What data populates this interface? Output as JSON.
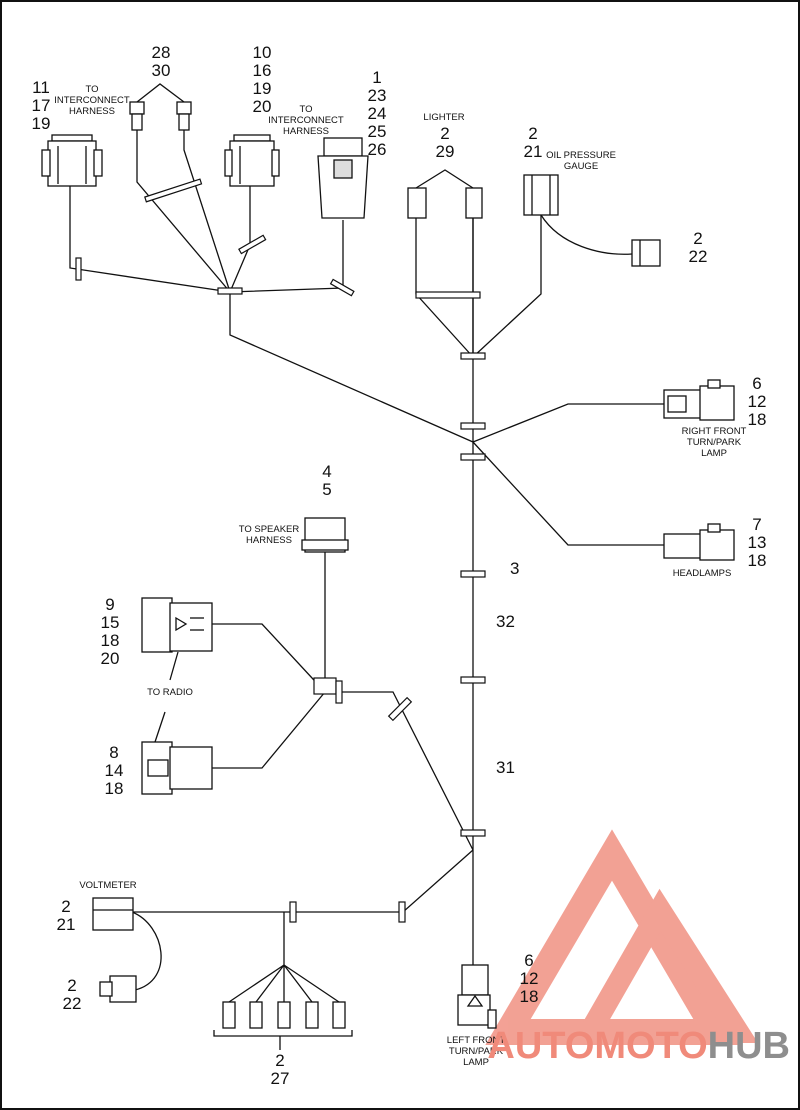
{
  "callouts": {
    "c1": [
      "11",
      "17",
      "19"
    ],
    "c2": [
      "28",
      "30"
    ],
    "c3": [
      "10",
      "16",
      "19",
      "20"
    ],
    "c4": [
      "1",
      "23",
      "24",
      "25",
      "26"
    ],
    "c5": [
      "2",
      "29"
    ],
    "c6": [
      "2",
      "21"
    ],
    "c7": [
      "2",
      "22"
    ],
    "c8": [
      "6",
      "12",
      "18"
    ],
    "c9": [
      "4",
      "5"
    ],
    "c10": [
      "7",
      "13",
      "18"
    ],
    "c11": [
      "3"
    ],
    "c12": [
      "9",
      "15",
      "18",
      "20"
    ],
    "c13": [
      "32"
    ],
    "c14": [
      "8",
      "14",
      "18"
    ],
    "c15": [
      "31"
    ],
    "c16": [
      "2",
      "21"
    ],
    "c17": [
      "2",
      "22"
    ],
    "c18": [
      "6",
      "12",
      "18"
    ],
    "c19": [
      "2",
      "27"
    ]
  },
  "labels": {
    "to_interconnect_1": [
      "TO",
      "INTERCONNECT",
      "HARNESS"
    ],
    "to_interconnect_2": [
      "TO",
      "INTERCONNECT",
      "HARNESS"
    ],
    "lighter": [
      "LIGHTER"
    ],
    "oil_pressure": [
      "OIL PRESSURE",
      "GAUGE"
    ],
    "right_front": [
      "RIGHT FRONT",
      "TURN/PARK",
      "LAMP"
    ],
    "to_speaker": [
      "TO SPEAKER",
      "HARNESS"
    ],
    "headlamps": [
      "HEADLAMPS"
    ],
    "to_radio": [
      "TO RADIO"
    ],
    "voltmeter": [
      "VOLTMETER"
    ],
    "left_front": [
      "LEFT FRONT",
      "TURN/PARK",
      "LAMP"
    ]
  },
  "watermark": {
    "part_a": "AUTOMOTO",
    "part_b": "HUB",
    "color_a": "#f08a7a",
    "color_b": "#8e8e8e"
  },
  "colors": {
    "line": "#111111",
    "logo_red": "#f08a7a"
  }
}
